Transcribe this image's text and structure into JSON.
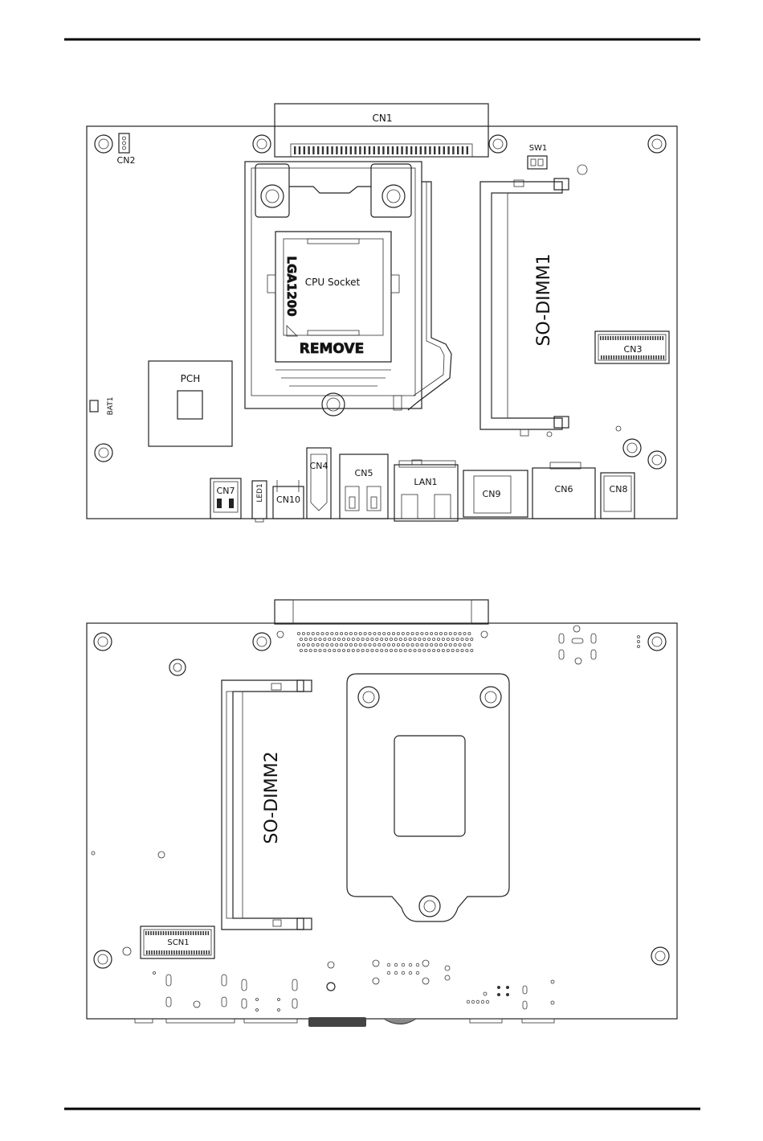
{
  "top_view": {
    "labels": {
      "cn1": "CN1",
      "cn2": "CN2",
      "sw1": "SW1",
      "cpu_socket": "CPU Socket",
      "lga1200": "LGA1200",
      "remove": "REMOVE",
      "so_dimm1": "SO-DIMM1",
      "cn3": "CN3",
      "pch": "PCH",
      "bat1": "BAT1",
      "cn7": "CN7",
      "led1": "LED1",
      "cn10": "CN10",
      "cn4": "CN4",
      "cn5": "CN5",
      "lan1": "LAN1",
      "cn9": "CN9",
      "cn6": "CN6",
      "cn8": "CN8"
    }
  },
  "bottom_view": {
    "labels": {
      "so_dimm2": "SO-DIMM2",
      "scn1": "SCN1"
    }
  }
}
